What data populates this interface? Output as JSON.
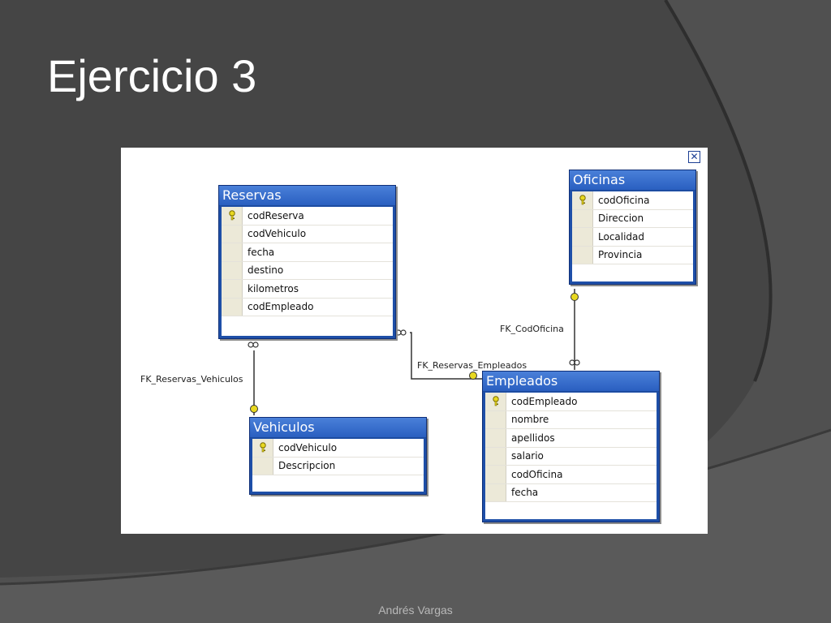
{
  "slide": {
    "title": "Ejercicio 3",
    "footer": "Andrés Vargas"
  },
  "tables": {
    "reservas": {
      "name": "Reservas",
      "columns": [
        "codReserva",
        "codVehiculo",
        "fecha",
        "destino",
        "kilometros",
        "codEmpleado"
      ]
    },
    "vehiculos": {
      "name": "Vehiculos",
      "columns": [
        "codVehiculo",
        "Descripcion"
      ]
    },
    "oficinas": {
      "name": "Oficinas",
      "columns": [
        "codOficina",
        "Direccion",
        "Localidad",
        "Provincia"
      ]
    },
    "empleados": {
      "name": "Empleados",
      "columns": [
        "codEmpleado",
        "nombre",
        "apellidos",
        "salario",
        "codOficina",
        "fecha"
      ]
    }
  },
  "relationships": {
    "fk_reservas_vehiculos": "FK_Reservas_Vehiculos",
    "fk_reservas_empleados": "FK_Reservas_Empleados",
    "fk_codoficina": "FK_CodOficina"
  },
  "colors": {
    "slide_background": "#444444",
    "title_bar": "#2a5fc0",
    "primary_key": "#e8d820"
  },
  "icons": [
    "close-icon",
    "primary-key-icon",
    "many-end-icon",
    "one-end-icon"
  ]
}
